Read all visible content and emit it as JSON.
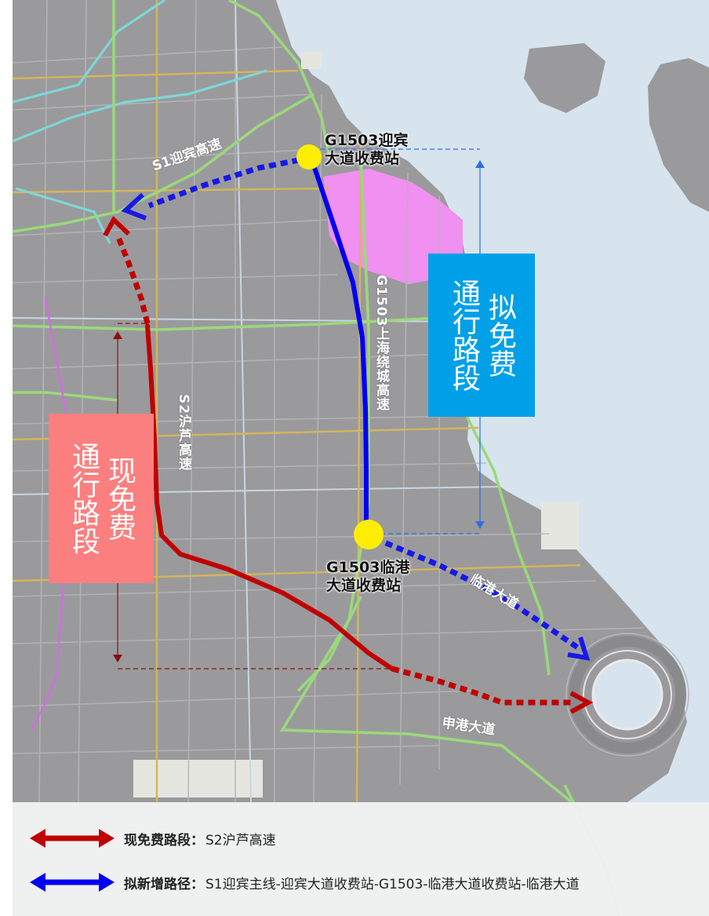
{
  "colors": {
    "land": "#9a9a9c",
    "water": "#d7e4ee",
    "current_free_route": "#c00000",
    "proposed_route": "#0000f0",
    "station_dot": "#ffee00",
    "proposed_box": "#00a0e8",
    "current_box": "#fc7f7f",
    "port_area": "#f090f0"
  },
  "stations": {
    "yingbin": {
      "name_line1": "G1503迎宾",
      "name_line2": "大道收费站"
    },
    "lingang": {
      "name_line1": "G1503临港",
      "name_line2": "大道收费站"
    }
  },
  "roads": {
    "s1": "S1迎宾高速",
    "g1503": "G1503上海绕城高速",
    "s2": "S2沪芦高速",
    "lingang_ave": "临港大道",
    "shengang_ave": "申港大道"
  },
  "sections": {
    "proposed": {
      "line1": "拟免费",
      "line2": "通行路段"
    },
    "current": {
      "line1": "现免费",
      "line2": "通行路段"
    }
  },
  "legend": {
    "current": {
      "label": "现免费路段：",
      "desc": "S2沪芦高速"
    },
    "proposed": {
      "label": "拟新增路径：",
      "desc": "S1迎宾主线-迎宾大道收费站-G1503-临港大道收费站-临港大道"
    }
  }
}
